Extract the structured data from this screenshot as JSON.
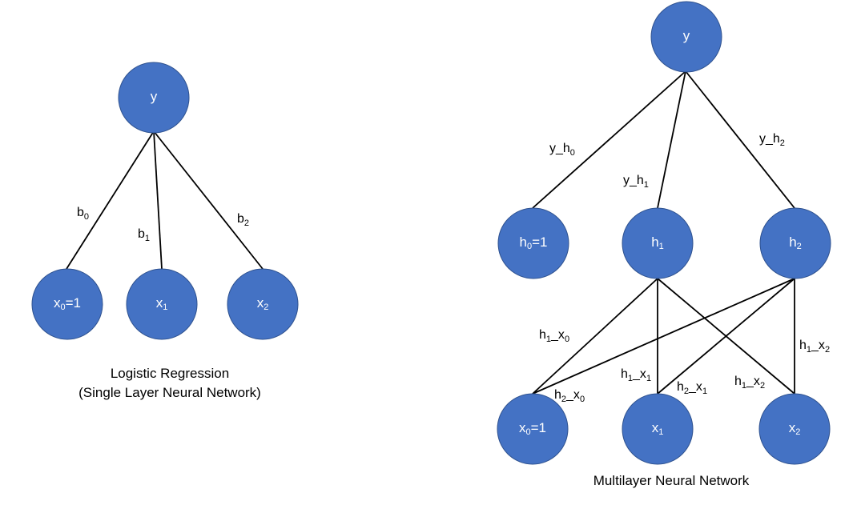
{
  "colors": {
    "node_fill": "#4472C4",
    "node_text": "#FFFFFF",
    "edge": "#000000"
  },
  "diagrams": [
    {
      "id": "logistic-regression",
      "caption_lines": [
        "Logistic Regression",
        "(Single Layer Neural Network)"
      ],
      "nodes": [
        {
          "id": "y",
          "base": "y",
          "sub": "",
          "suffix": ""
        },
        {
          "id": "x0",
          "base": "x",
          "sub": "0",
          "suffix": "=1"
        },
        {
          "id": "x1",
          "base": "x",
          "sub": "1",
          "suffix": ""
        },
        {
          "id": "x2",
          "base": "x",
          "sub": "2",
          "suffix": ""
        }
      ],
      "edges": [
        {
          "from": "y",
          "to": "x0",
          "label_base": "b",
          "label_sub": "0"
        },
        {
          "from": "y",
          "to": "x1",
          "label_base": "b",
          "label_sub": "1"
        },
        {
          "from": "y",
          "to": "x2",
          "label_base": "b",
          "label_sub": "2"
        }
      ]
    },
    {
      "id": "multilayer-nn",
      "caption_lines": [
        "Multilayer Neural Network"
      ],
      "nodes": [
        {
          "id": "y",
          "base": "y",
          "sub": "",
          "suffix": ""
        },
        {
          "id": "h0",
          "base": "h",
          "sub": "0",
          "suffix": "=1"
        },
        {
          "id": "h1",
          "base": "h",
          "sub": "1",
          "suffix": ""
        },
        {
          "id": "h2",
          "base": "h",
          "sub": "2",
          "suffix": ""
        },
        {
          "id": "x0",
          "base": "x",
          "sub": "0",
          "suffix": "=1"
        },
        {
          "id": "x1",
          "base": "x",
          "sub": "1",
          "suffix": ""
        },
        {
          "id": "x2",
          "base": "x",
          "sub": "2",
          "suffix": ""
        }
      ],
      "edges": [
        {
          "from": "y",
          "to": "h0",
          "label_base": "y_h",
          "label_sub": "0"
        },
        {
          "from": "y",
          "to": "h1",
          "label_base": "y_h",
          "label_sub": "1"
        },
        {
          "from": "y",
          "to": "h2",
          "label_base": "y_h",
          "label_sub": "2"
        },
        {
          "from": "h1",
          "to": "x0",
          "label_base": "h",
          "label_sub": "1",
          "label_mid": "_x",
          "label_sub2": "0"
        },
        {
          "from": "h1",
          "to": "x1",
          "label_base": "h",
          "label_sub": "1",
          "label_mid": "_x",
          "label_sub2": "1"
        },
        {
          "from": "h1",
          "to": "x2",
          "label_base": "h",
          "label_sub": "1",
          "label_mid": "_x",
          "label_sub2": "2"
        },
        {
          "from": "h2",
          "to": "x0",
          "label_base": "h",
          "label_sub": "2",
          "label_mid": "_x",
          "label_sub2": "0"
        },
        {
          "from": "h2",
          "to": "x1",
          "label_base": "h",
          "label_sub": "2",
          "label_mid": "_x",
          "label_sub2": "1"
        },
        {
          "from": "h2",
          "to": "x2",
          "label_base": "h",
          "label_sub": "1",
          "label_mid": "_x",
          "label_sub2": "2"
        }
      ]
    }
  ]
}
